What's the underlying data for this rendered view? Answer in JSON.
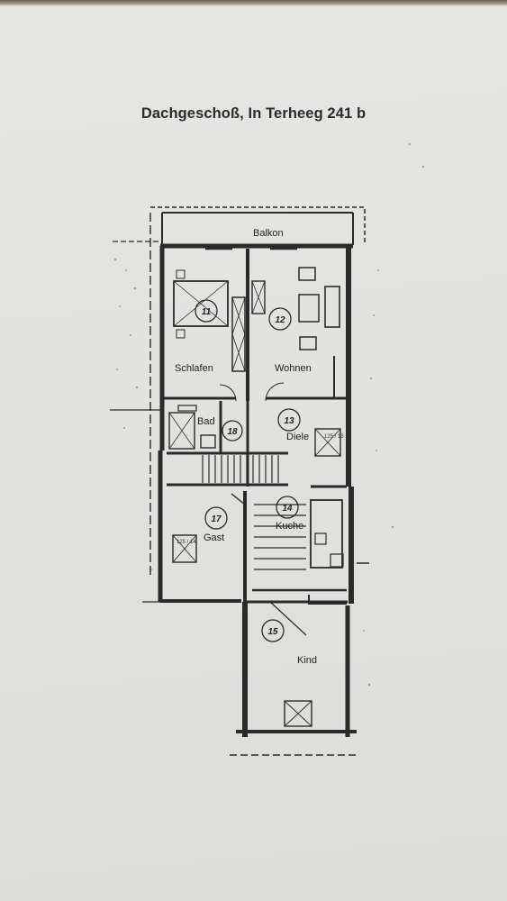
{
  "title": "Dachgeschoß, In Terheeg 241 b",
  "rooms": {
    "balkon": "Balkon",
    "schlafen": {
      "number": "11",
      "label": "Schlafen"
    },
    "wohnen": {
      "number": "12",
      "label": "Wohnen"
    },
    "diele": {
      "number": "13",
      "label": "Diele"
    },
    "kueche": {
      "number": "14",
      "label": "Kuche"
    },
    "kind": {
      "number": "15",
      "label": "Kind"
    },
    "gast": {
      "number": "17",
      "label": "Gast"
    },
    "bad": {
      "number": "18",
      "label": "Bad"
    }
  },
  "window_marks": {
    "diele": "125 / 13",
    "gast": "125 / 14"
  }
}
